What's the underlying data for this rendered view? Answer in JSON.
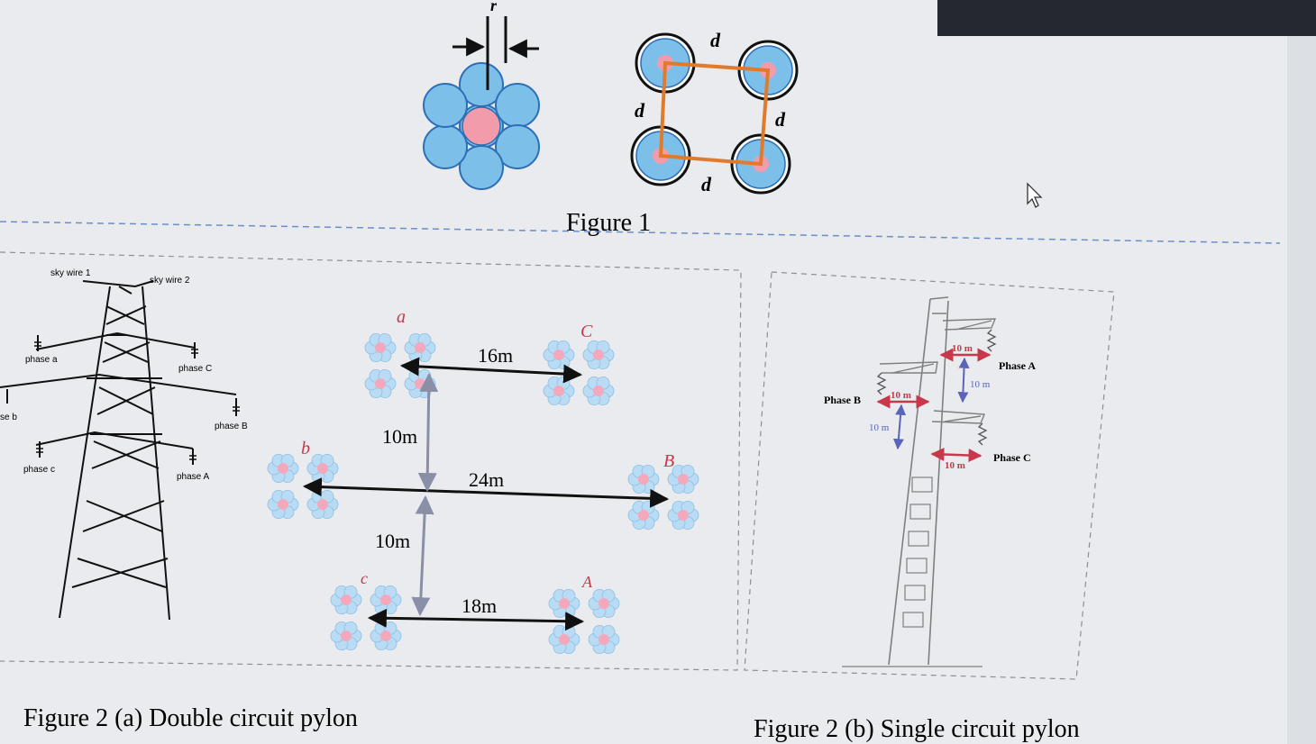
{
  "figure1": {
    "caption": "Figure 1",
    "strand_label": "r",
    "spacing_label": "d"
  },
  "figure2a": {
    "caption": "Figure 2 (a) Double circuit pylon",
    "tower_labels": {
      "sky1": "sky wire 1",
      "sky2": "sky wire 2",
      "phase_a": "phase a",
      "phase_C": "phase C",
      "phase_b": "se b",
      "phase_B": "phase B",
      "phase_c": "phase c",
      "phase_A": "phase A"
    },
    "conductors": {
      "a": "a",
      "C": "C",
      "b": "b",
      "B": "B",
      "c": "c",
      "A": "A"
    },
    "dimensions": {
      "top": "16m",
      "middle": "24m",
      "bottom": "18m",
      "vertical_upper": "10m",
      "vertical_lower": "10m"
    }
  },
  "figure2b": {
    "caption": "Figure 2 (b) Single circuit pylon",
    "phase_A": "Phase A",
    "phase_B": "Phase B",
    "phase_C": "Phase C",
    "dim_top": "10 m",
    "dim_vert_right": "10 m",
    "dim_mid": "10 m",
    "dim_vert_left": "10 m",
    "dim_bottom": "10 m"
  }
}
